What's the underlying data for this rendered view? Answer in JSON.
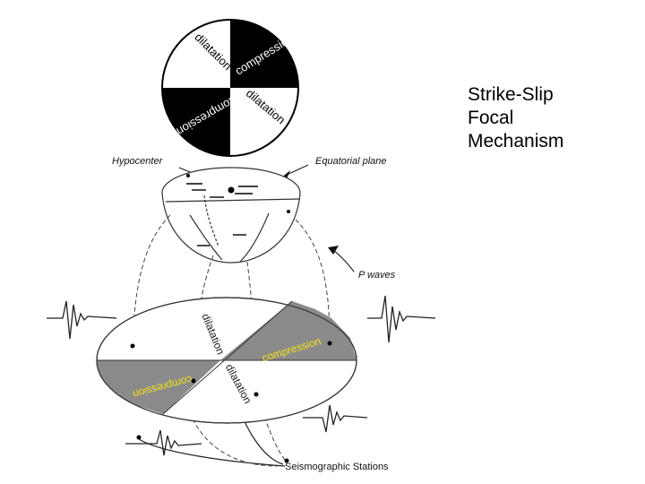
{
  "title_lines": [
    "Strike-Slip",
    "Focal",
    "Mechanism"
  ],
  "beachball": {
    "compression_top": "compression",
    "dilatation_top": "dilatation",
    "compression_bottom": "compression",
    "dilatation_bottom": "dilatation"
  },
  "labels": {
    "hypocenter": "Hypocenter",
    "equatorial_plane": "Equatorial plane",
    "p_waves": "P waves",
    "stations": "Seismographic Stations"
  },
  "map": {
    "compression_right": "compression",
    "dilatation_top": "dilatation",
    "compression_left": "compression",
    "dilatation_bottom": "dilatation"
  },
  "colors": {
    "black_quadrant": "#000000",
    "gray_quadrant": "#8a8a8a",
    "compression_text": "#f2e21c"
  }
}
